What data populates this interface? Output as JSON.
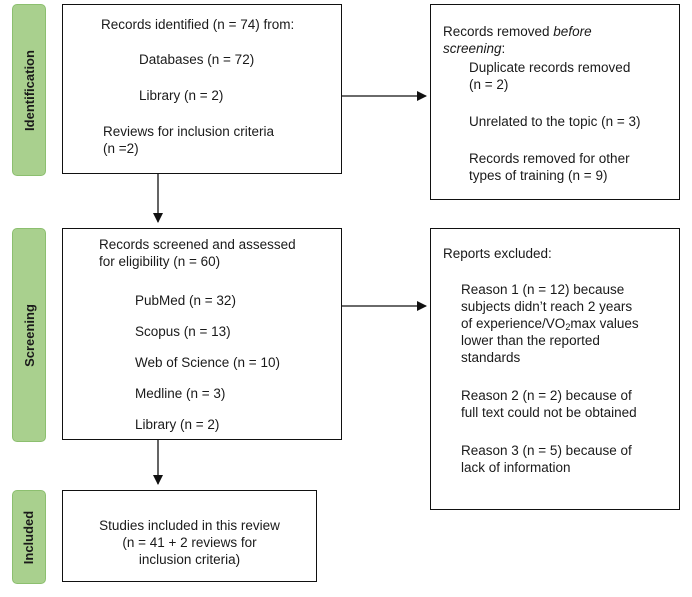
{
  "stages": {
    "identification": "Identification",
    "screening": "Screening",
    "included": "Included"
  },
  "identified": {
    "heading": "Records identified (n = 74) from:",
    "databases": "Databases (n = 72)",
    "library": "Library (n = 2)",
    "reviews_line1": "Reviews for inclusion criteria",
    "reviews_line2": "(n =2)"
  },
  "removed": {
    "heading_line1": "Records removed ",
    "heading_italic1": "before",
    "heading_italic2": "screening",
    "heading_colon": ":",
    "duplicate_line1": "Duplicate records removed",
    "duplicate_line2": "(n = 2)",
    "unrelated": "Unrelated to the topic (n = 3)",
    "other_line1": "Records removed for other",
    "other_line2": "types of training (n = 9)"
  },
  "screened": {
    "heading_line1": "Records screened and assessed",
    "heading_line2": "for eligibility (n = 60)",
    "pubmed": "PubMed (n = 32)",
    "scopus": "Scopus (n = 13)",
    "wos": "Web of Science (n = 10)",
    "medline": "Medline (n = 3)",
    "library": "Library (n = 2)"
  },
  "excluded": {
    "heading": "Reports excluded:",
    "reason1_line1": "Reason 1 (n = 12) because",
    "reason1_line2": "subjects didn’t reach 2 years",
    "reason1_line3a": "of experience/VO",
    "reason1_line3sub": "2",
    "reason1_line3b": "max values",
    "reason1_line4": "lower than the reported",
    "reason1_line5": "standards",
    "reason2_line1": "Reason 2 (n = 2) because of",
    "reason2_line2": "full text could not be obtained",
    "reason3_line1": "Reason 3 (n = 5) because of",
    "reason3_line2": "lack of information"
  },
  "included": {
    "line1": "Studies included in this review",
    "line2": "(n = 41 + 2 reviews for",
    "line3": "inclusion criteria)"
  },
  "colors": {
    "stage_fill": "#a9d08e",
    "box_border": "#111111"
  }
}
